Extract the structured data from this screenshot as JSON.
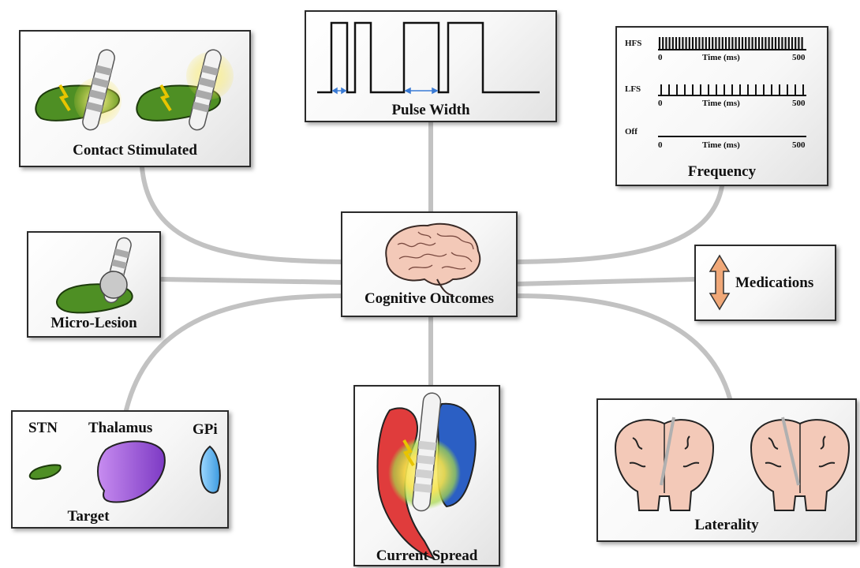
{
  "center": {
    "label": "Cognitive Outcomes"
  },
  "nodes": {
    "contact_stimulated": {
      "label": "Contact Stimulated"
    },
    "pulse_width": {
      "label": "Pulse Width"
    },
    "frequency": {
      "label": "Frequency",
      "rows": [
        {
          "name": "HFS",
          "axis_label": "Time (ms)",
          "start": "0",
          "end": "500"
        },
        {
          "name": "LFS",
          "axis_label": "Time (ms)",
          "start": "0",
          "end": "500"
        },
        {
          "name": "Off",
          "axis_label": "Time (ms)",
          "start": "0",
          "end": "500"
        }
      ]
    },
    "micro_lesion": {
      "label": "Micro-Lesion"
    },
    "medications": {
      "label": "Medications"
    },
    "target": {
      "label": "Target",
      "items": [
        "STN",
        "Thalamus",
        "GPi"
      ]
    },
    "current_spread": {
      "label": "Current Spread"
    },
    "laterality": {
      "label": "Laterality"
    }
  },
  "colors": {
    "connector": "#bdbdbd",
    "border": "#2b2b2b",
    "stn_green": "#4e8f24",
    "thalamus_purple": "#a66ce0",
    "gpi_blue": "#5ab4ef",
    "current_yellow": "#f5e24a",
    "striatum_red": "#e03c3c",
    "thalamus_blue": "#2b5fc4",
    "arrow_orange": "#f0a878",
    "brain_pink": "#f3c9b8"
  }
}
